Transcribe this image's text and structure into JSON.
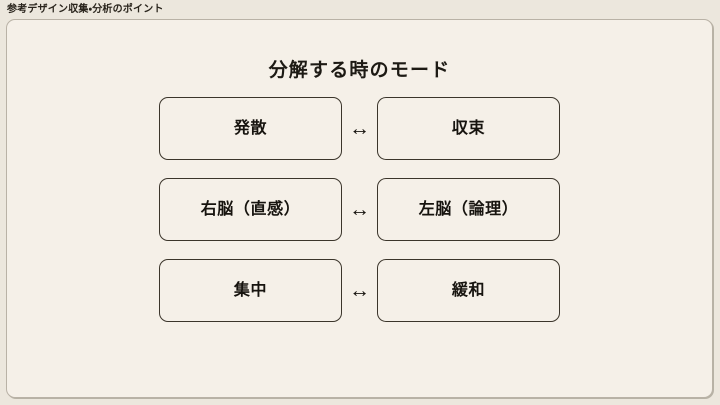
{
  "header": {
    "title": "参考デザイン収集・分析のポイント"
  },
  "slide": {
    "title": "分解する時のモード",
    "arrow_glyph": "↔",
    "pairs": [
      {
        "left": "発散",
        "right": "収束",
        "arrow": "↔"
      },
      {
        "left": "右脳（直感）",
        "right": "左脳（論理）",
        "arrow": "↔"
      },
      {
        "left": "集中",
        "right": "緩和",
        "arrow": "↔"
      }
    ]
  },
  "colors": {
    "page_background": "#ece7dd",
    "card_background": "#f5f0e8",
    "card_border": "#b9b2a6",
    "box_border": "#3b352b",
    "text": "#17140f"
  }
}
